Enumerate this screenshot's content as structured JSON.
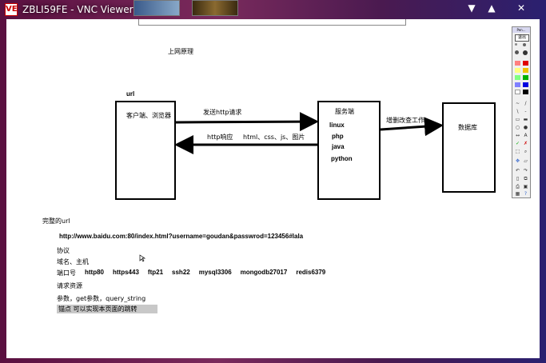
{
  "window": {
    "title": "ZBLI59FE - VNC Viewer",
    "icon_text": "VE"
  },
  "controls": {
    "minimize": "▼",
    "maximize": "▲",
    "close": "✕"
  },
  "slide": {
    "heading": "上网原理",
    "url_label": "url",
    "client_label": "客户端、浏览器",
    "request_label": "发送http请求",
    "response_label": "http响应",
    "response_types": "html、css、js、图片",
    "server_label": "服务端",
    "server_langs": [
      "linux",
      "php",
      "java",
      "python"
    ],
    "db_edge_label": "增删改查工作",
    "db_label": "数据库",
    "full_url_title": "完整的url",
    "example_url": "http://www.baidu.com:80/index.html?username=goudan&passwrod=123456#lala",
    "protocol": "协议",
    "domain_host": "域名、主机",
    "ports_label": "端口号",
    "ports": [
      "http80",
      "https443",
      "ftp21",
      "ssh22",
      "mysql3306",
      "mongodb27017",
      "redis6379"
    ],
    "request_resource": "请求资源",
    "params": "参数，get参数，query_string",
    "anchor": "锚点  可以实现本页面的跳转"
  },
  "toolbox": {
    "title": "Pen...",
    "exit_label": "退出"
  },
  "colors": {
    "titlebar_accent": "#7a2a5c",
    "canvas_bg": "#ffffff",
    "highlight": "#c8c8c8"
  }
}
